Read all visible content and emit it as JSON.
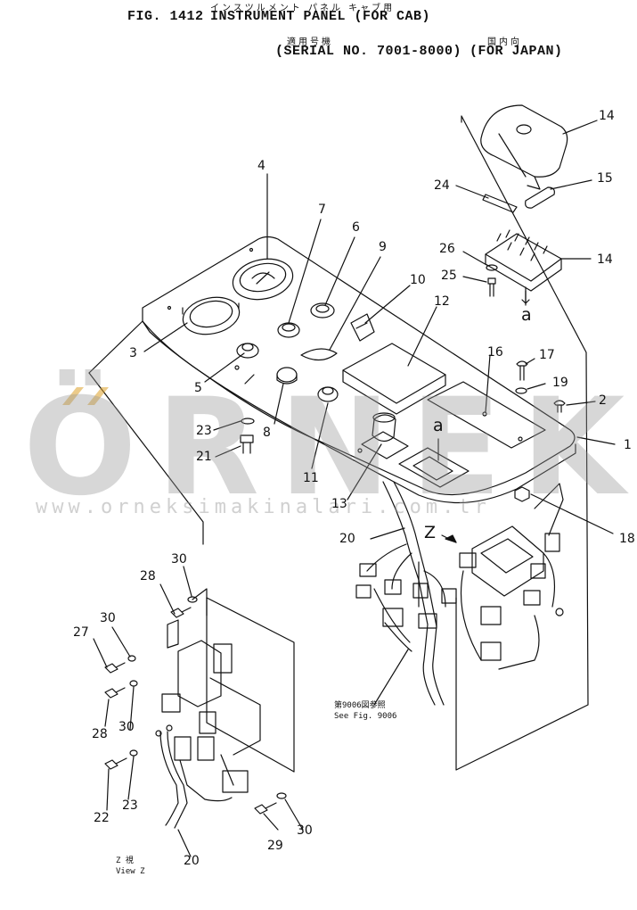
{
  "header": {
    "figure_no": "FIG. 1412",
    "title": "INSTRUMENT PANEL (FOR CAB)",
    "title_jp": "インスツルメント パネル  キャブ用",
    "serial": "(SERIAL NO. 7001-8000)",
    "serial_jp": "適用号機",
    "region": "(FOR JAPAN)",
    "region_jp": "国内向"
  },
  "callouts": [
    {
      "id": "c1",
      "label": "1"
    },
    {
      "id": "c2",
      "label": "2"
    },
    {
      "id": "c3",
      "label": "3"
    },
    {
      "id": "c4",
      "label": "4"
    },
    {
      "id": "c5",
      "label": "5"
    },
    {
      "id": "c6",
      "label": "6"
    },
    {
      "id": "c7",
      "label": "7"
    },
    {
      "id": "c8",
      "label": "8"
    },
    {
      "id": "c9",
      "label": "9"
    },
    {
      "id": "c10",
      "label": "10"
    },
    {
      "id": "c11",
      "label": "11"
    },
    {
      "id": "c12",
      "label": "12"
    },
    {
      "id": "c13",
      "label": "13"
    },
    {
      "id": "c14a",
      "label": "14"
    },
    {
      "id": "c14b",
      "label": "14"
    },
    {
      "id": "c15",
      "label": "15"
    },
    {
      "id": "c16",
      "label": "16"
    },
    {
      "id": "c17",
      "label": "17"
    },
    {
      "id": "c18",
      "label": "18"
    },
    {
      "id": "c19",
      "label": "19"
    },
    {
      "id": "c20a",
      "label": "20"
    },
    {
      "id": "c20b",
      "label": "20"
    },
    {
      "id": "c21",
      "label": "21"
    },
    {
      "id": "c22",
      "label": "22"
    },
    {
      "id": "c23a",
      "label": "23"
    },
    {
      "id": "c23b",
      "label": "23"
    },
    {
      "id": "c24",
      "label": "24"
    },
    {
      "id": "c25",
      "label": "25"
    },
    {
      "id": "c26",
      "label": "26"
    },
    {
      "id": "c27",
      "label": "27"
    },
    {
      "id": "c28a",
      "label": "28"
    },
    {
      "id": "c28b",
      "label": "28"
    },
    {
      "id": "c29",
      "label": "29"
    },
    {
      "id": "c30a",
      "label": "30"
    },
    {
      "id": "c30b",
      "label": "30"
    },
    {
      "id": "c30c",
      "label": "30"
    },
    {
      "id": "c30d",
      "label": "30"
    }
  ],
  "letters": {
    "a_top": "a",
    "a_mid": "a",
    "z": "Z"
  },
  "notes": {
    "see_fig_jp": "第9006図参照",
    "see_fig": "See Fig. 9006",
    "view_z_jp": "Z  視",
    "view_z": "View Z"
  },
  "watermark": {
    "brand": "ÖRNEK",
    "url": "www.orneksimakinalari.com.tr"
  }
}
